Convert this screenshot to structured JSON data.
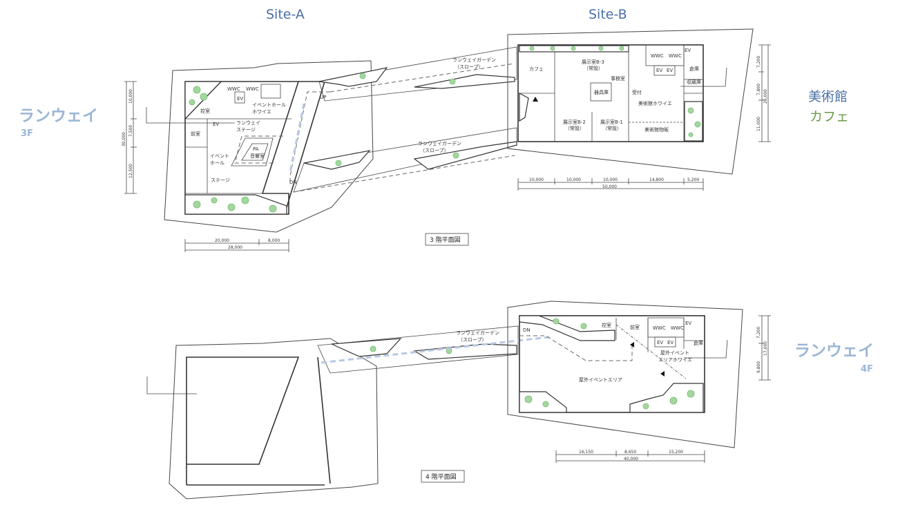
{
  "headings": {
    "site_a": "Site-A",
    "site_b": "Site-B",
    "runway_3f": "ランウェイ",
    "floor_3f": "3F",
    "runway_4f": "ランウェイ",
    "floor_4f": "4F",
    "museum": "美術館",
    "cafe": "カフェ"
  },
  "colors": {
    "site_title": "#4a6fa5",
    "runway": "#9ab6d6",
    "cafe": "#6a9a4a",
    "museum": "#4a6fa5"
  },
  "plan_3f": {
    "caption": "3 階平面図",
    "site_a_rooms": [
      "WWC",
      "WWC",
      "EV",
      "EV",
      "イベントホール",
      "ホワイエ",
      "控室",
      "前室",
      "ランウェイ",
      "ステージ",
      "PA",
      "音響室",
      "イベント",
      "ホール",
      "ステージ",
      "UP",
      "DN"
    ],
    "runway_garden": [
      "ランウェイガーデン",
      "（スロープ）",
      "ランウェイガーデン",
      "（スロープ）"
    ],
    "site_b_rooms": [
      "カフェ",
      "展示室B-3",
      "（常設）",
      "事務室",
      "器具庫",
      "受付",
      "美術館ホワイエ",
      "展示室B-2",
      "（常設）",
      "展示室B-1",
      "（常設）",
      "美術館物販",
      "WWC",
      "WWC",
      "EV",
      "EV",
      "EV",
      "倉庫",
      "収蔵庫"
    ],
    "dims_a_vertical": [
      "10,000",
      "7,500",
      "12,500",
      "30,000"
    ],
    "dims_a_horizontal": [
      "20,000",
      "8,000",
      "28,000"
    ],
    "dims_b_vertical": [
      "7,200",
      "7,800",
      "11,000",
      "26,000"
    ],
    "dims_b_horizontal": [
      "10,000",
      "10,000",
      "10,000",
      "14,800",
      "5,200",
      "50,000"
    ]
  },
  "plan_4f": {
    "caption": "4 階平面図",
    "runway_garden": [
      "ランウェイガーデン",
      "（スロープ）"
    ],
    "site_b_rooms": [
      "DN",
      "控室",
      "前室",
      "WWC",
      "WWC",
      "EV",
      "EV",
      "EV",
      "倉庫",
      "屋外イベント",
      "エリアホワイエ",
      "屋外イベントエリア"
    ],
    "dims_b_vertical": [
      "7,200",
      "9,800",
      "17,000"
    ],
    "dims_b_horizontal": [
      "16,150",
      "8,650",
      "15,200",
      "40,000"
    ]
  }
}
